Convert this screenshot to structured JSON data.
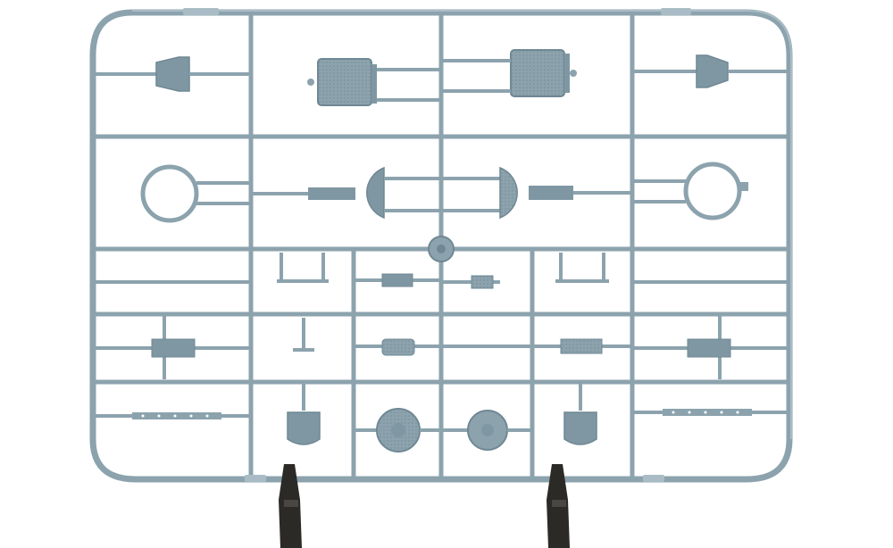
{
  "photo": {
    "subject": "plastic-model-sprue",
    "palette": {
      "background": "#ffffff",
      "plastic": "#8ca3ae",
      "plastic_dark": "#6f8894",
      "plastic_light": "#a9bcc5",
      "stand": "#2c2a27",
      "stand_light": "#4a4742"
    },
    "icons": [
      "sprue-frame",
      "cylinder-head-part",
      "intake-horn-part",
      "ring-part",
      "fan-half-part",
      "wheel-hub-part",
      "spoke-mount-part",
      "grille-part",
      "display-stand"
    ]
  }
}
